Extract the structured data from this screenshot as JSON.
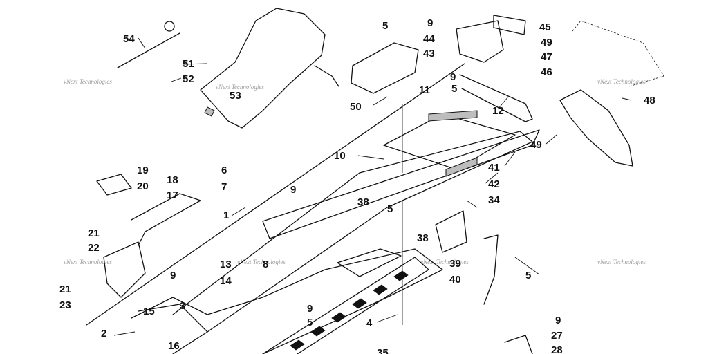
{
  "diagram": {
    "callouts": [
      "1",
      "2",
      "3",
      "4",
      "5",
      "5",
      "5",
      "5",
      "5",
      "6",
      "7",
      "8",
      "9",
      "9",
      "9",
      "9",
      "9",
      "9",
      "10",
      "11",
      "12",
      "13",
      "14",
      "15",
      "16",
      "17",
      "18",
      "19",
      "20",
      "21",
      "21",
      "22",
      "23",
      "27",
      "28",
      "34",
      "35",
      "38",
      "38",
      "39",
      "40",
      "41",
      "42",
      "43",
      "44",
      "45",
      "46",
      "47",
      "48",
      "49",
      "49",
      "50",
      "51",
      "52",
      "53",
      "54"
    ],
    "watermark": "vNext Technologies"
  }
}
